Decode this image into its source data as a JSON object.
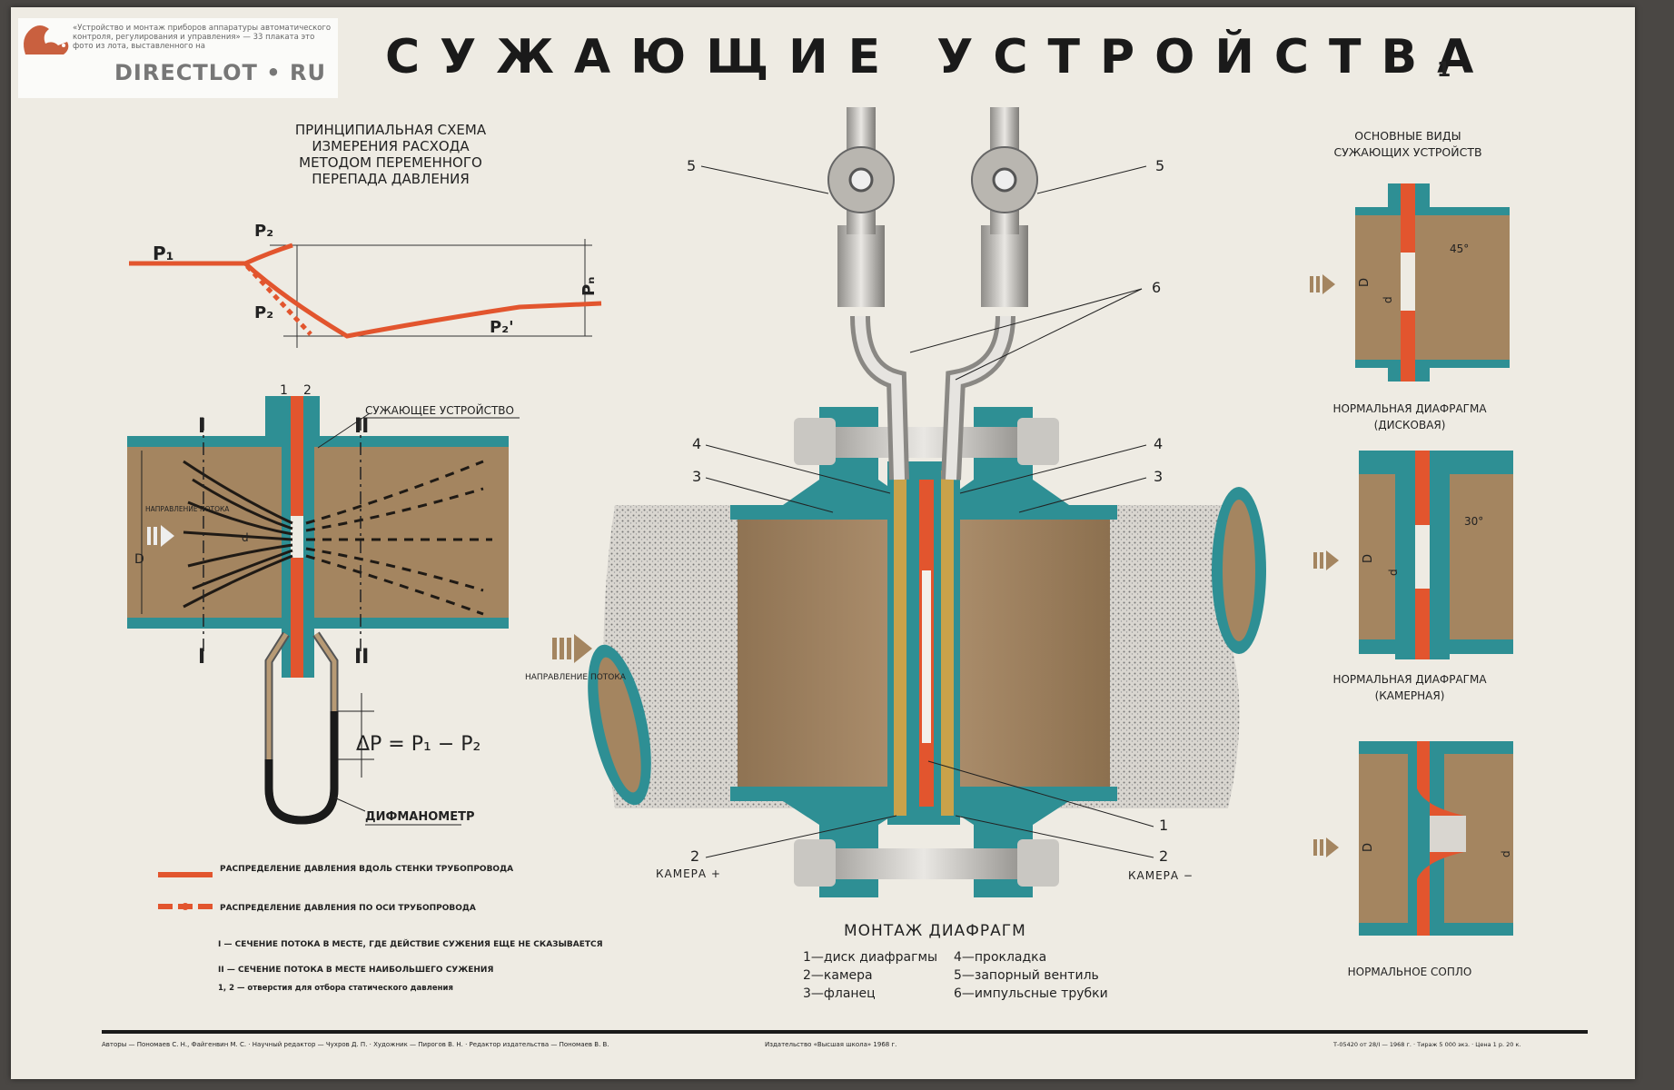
{
  "source_caption": "«Устройство и монтаж приборов аппаратуры автоматического контроля, регулирования и управления» — 33 плаката это фото из лота, выставленного на",
  "watermark": "DIRECTLOT • RU",
  "title": "СУЖАЮЩИЕ УСТРОЙСТВА",
  "sheet_number": "1",
  "schema": {
    "title_lines": [
      "ПРИНЦИПИАЛЬНАЯ СХЕМА",
      "ИЗМЕРЕНИЯ РАСХОДА",
      "МЕТОДОМ ПЕРЕМЕННОГО",
      "ПЕРЕПАДА ДАВЛЕНИЯ"
    ],
    "p1": "P₁",
    "p2_top": "P₂",
    "p2_low": "P₂",
    "p2_prime": "P₂'",
    "pn": "Pₙ",
    "hole_1": "1",
    "hole_2": "2",
    "device_label": "СУЖАЮЩЕЕ УСТРОЙСТВО",
    "section_1": "I",
    "section_2": "II",
    "flow_label": "НАПРАВЛЕНИЕ ПОТОКА",
    "d_big": "D",
    "d_small": "d",
    "formula": "ΔP = P₁ − P₂",
    "manometer_label": "ДИФМАНОМЕТР",
    "legend_wall": "РАСПРЕДЕЛЕНИЕ ДАВЛЕНИЯ ВДОЛЬ СТЕНКИ ТРУБОПРОВОДА",
    "legend_axis": "РАСПРЕДЕЛЕНИЕ ДАВЛЕНИЯ ПО ОСИ ТРУБОПРОВОДА",
    "note_1": "I — СЕЧЕНИЕ ПОТОКА В МЕСТЕ, ГДЕ ДЕЙСТВИЕ СУЖЕНИЯ ЕЩЕ НЕ СКАЗЫВАЕТСЯ",
    "note_2": "II — СЕЧЕНИЕ ПОТОКА В МЕСТЕ НАИБОЛЬШЕГО СУЖЕНИЯ",
    "note_3": "1, 2 — отверстия для отбора статического давления"
  },
  "mount": {
    "caption": "МОНТАЖ ДИАФРАГМ",
    "flow_label": "НАПРАВЛЕНИЕ ПОТОКА",
    "chamber_plus": "КАМЕРА +",
    "chamber_minus": "КАМЕРА −",
    "legend_left": [
      "1—диск диафрагмы",
      "2—камера",
      "3—фланец"
    ],
    "legend_right": [
      "4—прокладка",
      "5—запорный вентиль",
      "6—импульсные трубки"
    ],
    "callouts": {
      "n1": "1",
      "n2": "2",
      "n3": "3",
      "n4": "4",
      "n5": "5",
      "n6": "6"
    }
  },
  "types": {
    "title_lines": [
      "ОСНОВНЫЕ ВИДЫ",
      "СУЖАЮЩИХ УСТРОЙСТВ"
    ],
    "disk": [
      "НОРМАЛЬНАЯ ДИАФРАГМА",
      "(ДИСКОВАЯ)"
    ],
    "chamber": [
      "НОРМАЛЬНАЯ ДИАФРАГМА",
      "(КАМЕРНАЯ)"
    ],
    "nozzle": "НОРМАЛЬНОЕ СОПЛО",
    "angle_45": "45°",
    "angle_30": "30°",
    "d_big": "D",
    "d_small": "d"
  },
  "footer": {
    "authors": "Авторы — Пономаев С. Н., Файгенвин М. С. · Научный редактор — Чухров Д. П. · Художник — Пирогов В. Н. · Редактор издательства — Пономаев В. В.",
    "publisher": "Издательство «Высшая школа» 1968 г.",
    "print": "Т-05420 от 28/I — 1968 г. · Тираж 5 000 экз. · Цена 1 р. 20 к."
  },
  "colors": {
    "teal": "#2e8f94",
    "brown": "#a48560",
    "red": "#e2552e",
    "paper": "#eeebe3",
    "ink": "#1a1a1a"
  }
}
